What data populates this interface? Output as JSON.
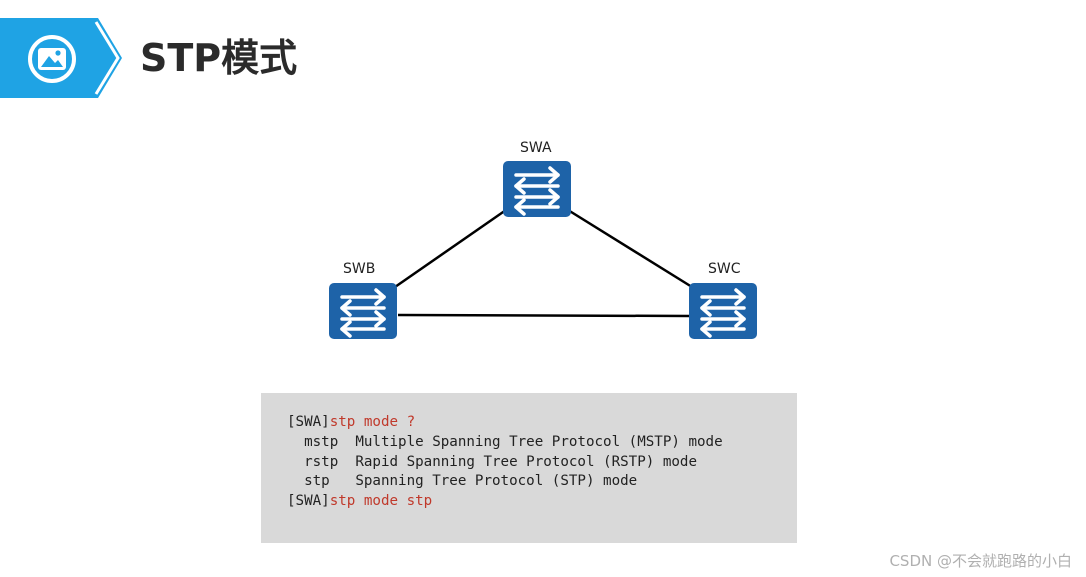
{
  "header": {
    "title": "STP模式",
    "icon": "image-icon",
    "accent_color": "#1fa3e4"
  },
  "topology": {
    "switch_color": "#1e63a8",
    "nodes": [
      {
        "id": "swa",
        "label": "SWA"
      },
      {
        "id": "swb",
        "label": "SWB"
      },
      {
        "id": "swc",
        "label": "SWC"
      }
    ],
    "links": [
      [
        "SWA",
        "SWB"
      ],
      [
        "SWA",
        "SWC"
      ],
      [
        "SWB",
        "SWC"
      ]
    ]
  },
  "cli": {
    "background": "#d9d9d9",
    "command_color": "#c0392b",
    "lines": [
      {
        "prompt": "[SWA]",
        "command": "stp mode ?"
      },
      {
        "text": "  mstp  Multiple Spanning Tree Protocol (MSTP) mode"
      },
      {
        "text": "  rstp  Rapid Spanning Tree Protocol (RSTP) mode"
      },
      {
        "text": "  stp   Spanning Tree Protocol (STP) mode"
      },
      {
        "prompt": "[SWA]",
        "command": "stp mode stp"
      }
    ]
  },
  "watermark": "CSDN @不会就跑路的小白"
}
